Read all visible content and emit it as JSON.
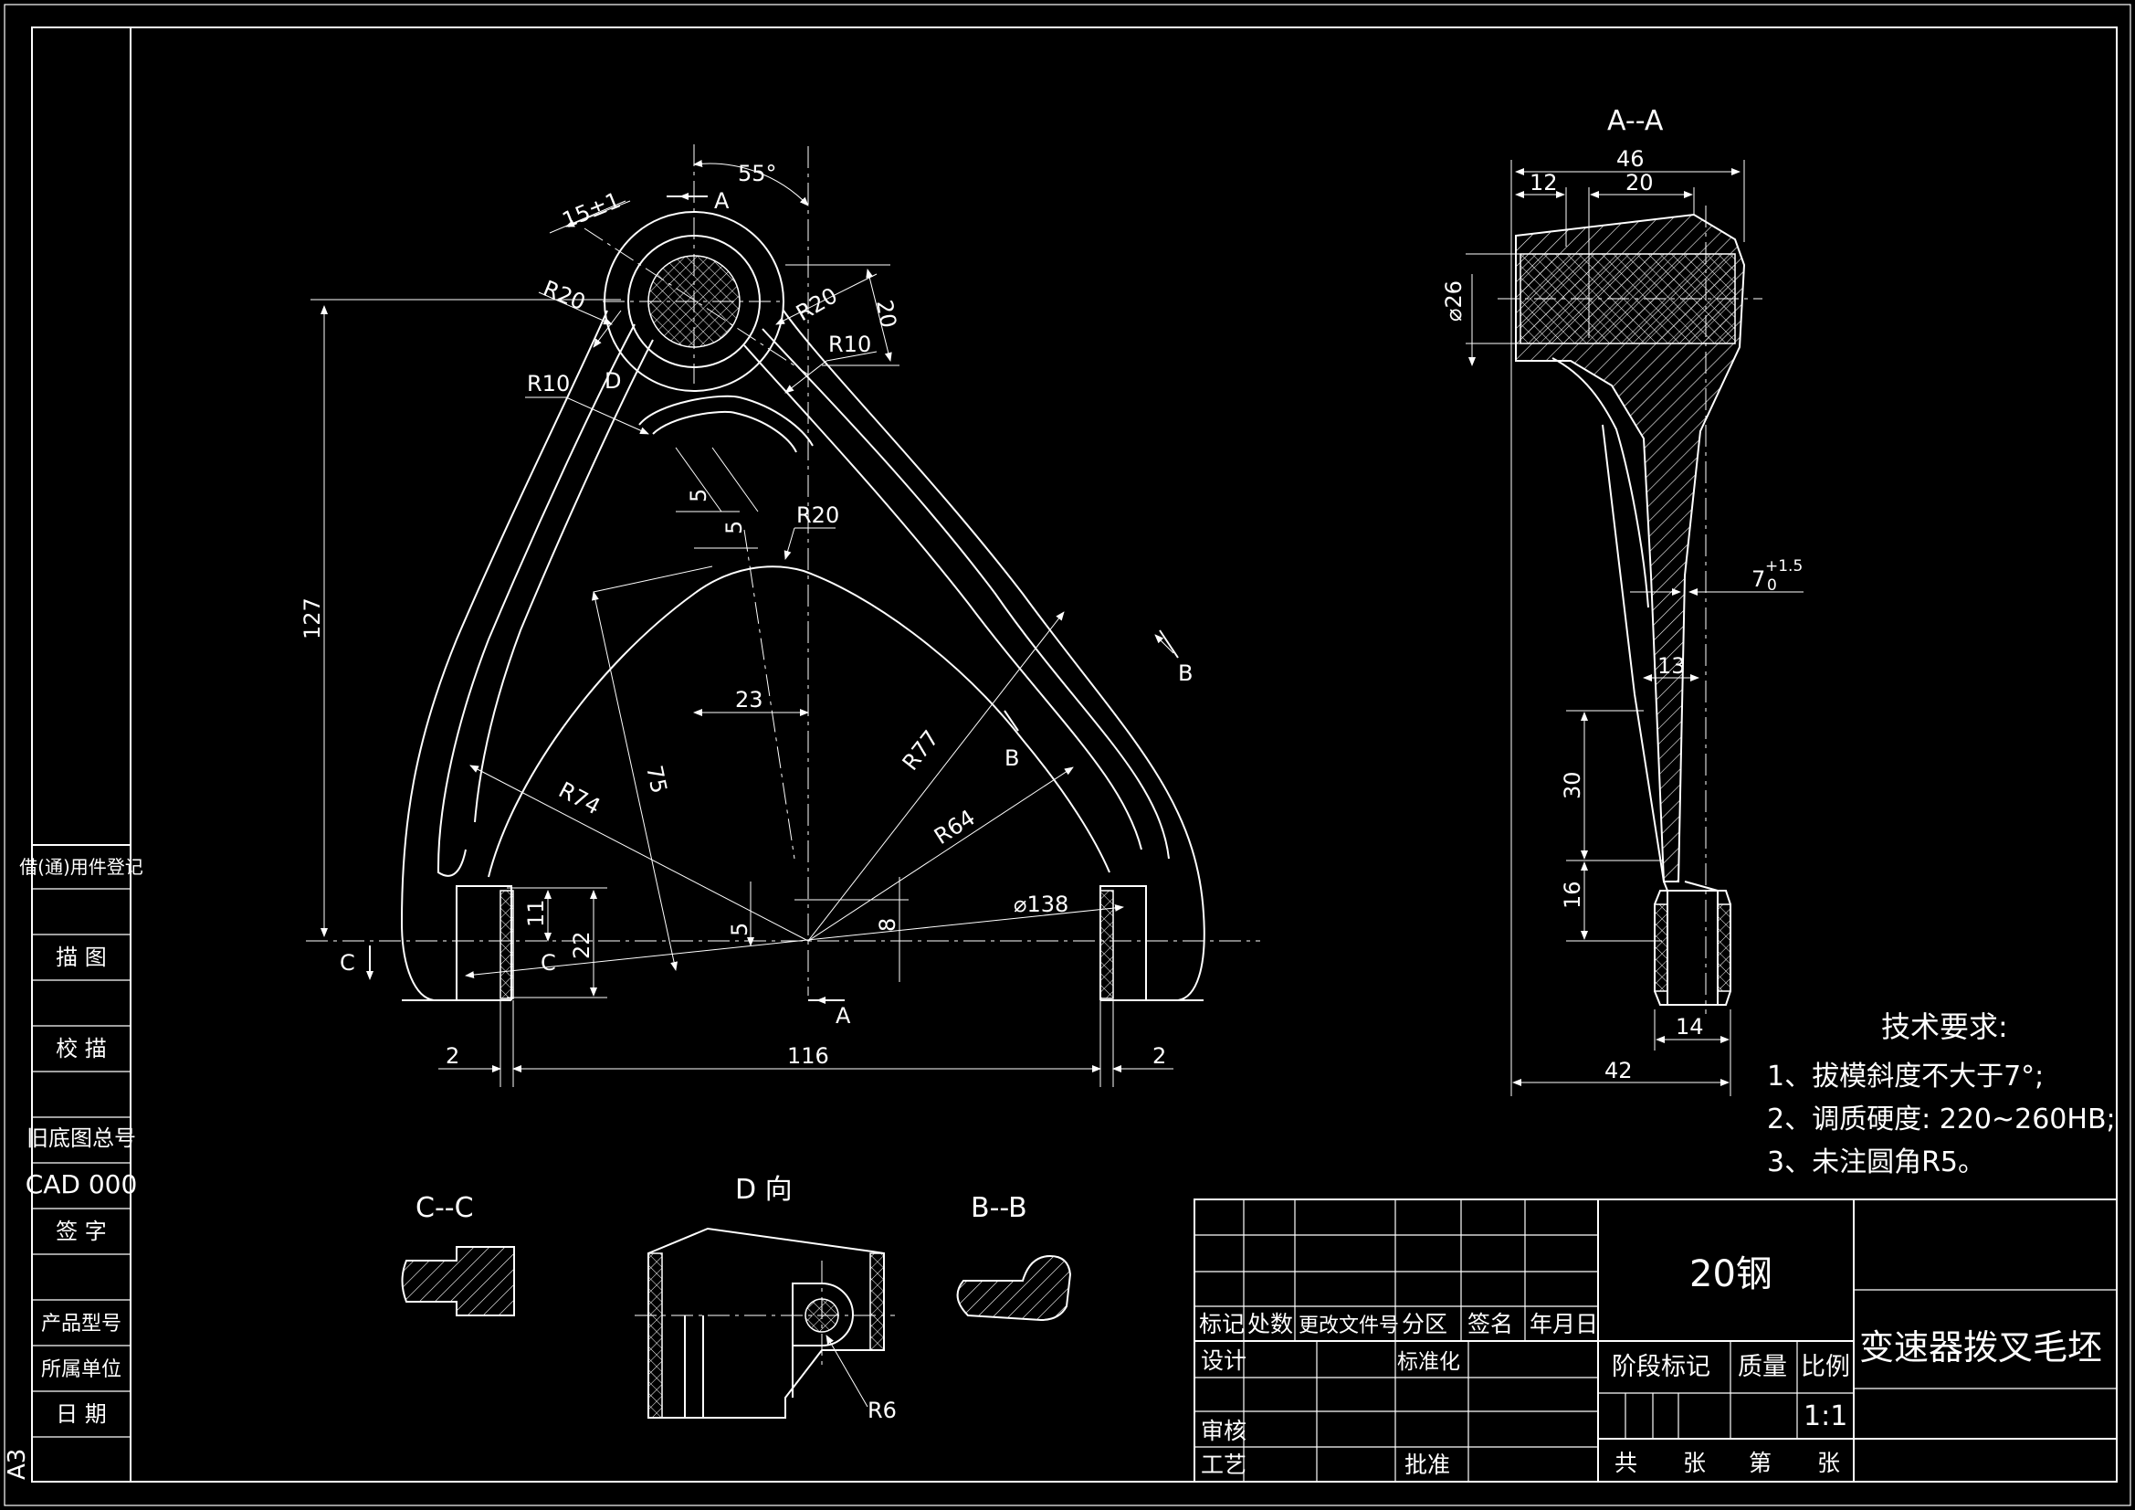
{
  "sheet": {
    "size_mark": "A3"
  },
  "left_strip": {
    "cells": [
      "借(通)用件登记",
      "描  图",
      "校  描",
      "旧底图总号",
      "CAD 000",
      "签  字",
      "产品型号",
      "所属单位",
      "日  期"
    ]
  },
  "main_view": {
    "dims": {
      "angle": "55°",
      "d15": "15±1",
      "r20_left": "R20",
      "r20_right": "R20",
      "d20": "20",
      "r10_right": "R10",
      "r10_left": "R10",
      "d5a": "5",
      "d5b": "5",
      "r20_mid": "R20",
      "d127": "127",
      "d75": "75",
      "d23": "23",
      "r77": "R77",
      "r74": "R74",
      "r64": "R64",
      "phi138": "⌀138",
      "d11": "11",
      "d22": "22",
      "d5c": "5",
      "d8": "8",
      "d2_left": "2",
      "d116": "116",
      "d2_right": "2"
    },
    "labels": {
      "a_top": "A",
      "a_bottom": "A",
      "b_right": "B",
      "b_mid": "B",
      "c_left": "C",
      "c_mid": "C",
      "d_label": "D"
    }
  },
  "section_aa": {
    "title": "A--A",
    "dims": {
      "d46": "46",
      "d12": "12",
      "d20": "20",
      "phi26": "⌀26",
      "taper_base": "7",
      "taper_sup": "+1.5",
      "taper_sub": "0",
      "d13": "13",
      "d30": "30",
      "d16": "16",
      "d14": "14",
      "d42": "42"
    }
  },
  "small_views": {
    "cc_title": "C--C",
    "d_title": "D 向",
    "bb_title": "B--B",
    "r6": "R6"
  },
  "tech_requirements": {
    "title": "技术要求:",
    "items": [
      "1、拔模斜度不大于7°;",
      "2、调质硬度: 220~260HB;",
      "3、未注圆角R5。"
    ]
  },
  "title_block": {
    "material": "20钢",
    "drawing_name": "变速器拨叉毛坯",
    "headers": [
      "标记",
      "处数",
      "更改文件号",
      "分区",
      "签名",
      "年月日"
    ],
    "design": "设计",
    "standardize": "标准化",
    "review": "审核",
    "process": "工艺",
    "approve": "批准",
    "stage_mark": "阶段标记",
    "mass": "质量",
    "scale_label": "比例",
    "scale_value": "1:1",
    "total": "共",
    "sheets": "张",
    "page": "第",
    "sheet": "张"
  }
}
